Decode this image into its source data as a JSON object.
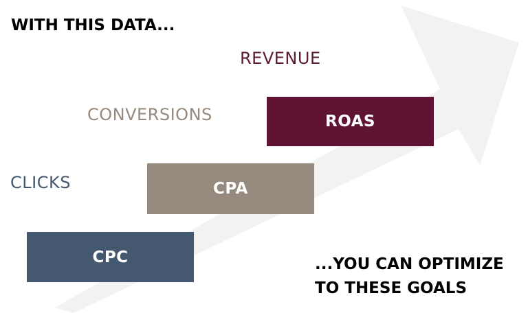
{
  "heading": "WITH THIS DATA...",
  "data_labels": {
    "revenue": "REVENUE",
    "conversions": "CONVERSIONS",
    "clicks": "CLICKS"
  },
  "goals": {
    "roas": "ROAS",
    "cpa": "CPA",
    "cpc": "CPC"
  },
  "footer": {
    "line1": "...YOU CAN OPTIMIZE",
    "line2": "TO THESE GOALS"
  },
  "colors": {
    "revenue": "#5e1432",
    "conversions": "#968a7e",
    "clicks": "#44586f",
    "arrow": "#f2f2f2"
  }
}
